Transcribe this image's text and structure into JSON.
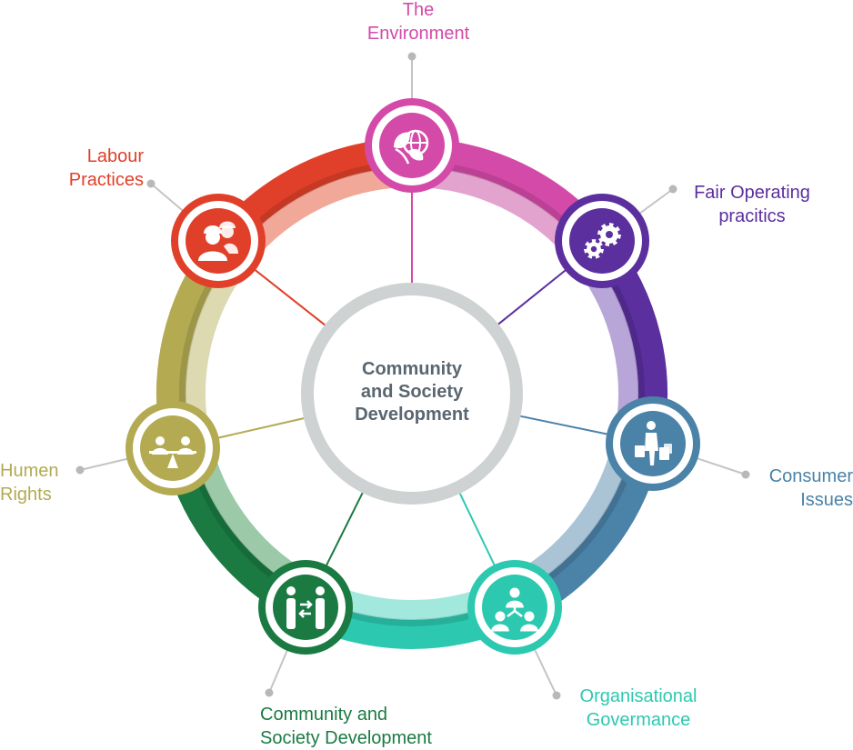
{
  "center": {
    "line1": "Community",
    "line2": "and Society",
    "line3": "Development"
  },
  "topics": [
    {
      "id": "environment",
      "line1": "The",
      "line2": "Environment",
      "color": "#d44aa8",
      "light": "#e3a3cf",
      "icon": "leaf-globe-icon"
    },
    {
      "id": "fair-operating",
      "line1": "Fair Operating",
      "line2": "pracitics",
      "color": "#5b2f9e",
      "light": "#b9a6d8",
      "icon": "gears-icon"
    },
    {
      "id": "consumer",
      "line1": "Consumer",
      "line2": "Issues",
      "color": "#4a82a8",
      "light": "#aac4d6",
      "icon": "shopper-icon"
    },
    {
      "id": "governance",
      "line1": "Organisational",
      "line2": "Govermance",
      "color": "#2cc9b0",
      "light": "#a3e8dc",
      "icon": "org-chart-icon"
    },
    {
      "id": "community",
      "line1": "Community and",
      "line2": "Society Development",
      "color": "#1a7a42",
      "light": "#9ccaa8",
      "icon": "exchange-people-icon"
    },
    {
      "id": "human-rights",
      "line1": "Humen",
      "line2": "Rights",
      "color": "#b3aa52",
      "light": "#ddd9b0",
      "icon": "balance-people-icon"
    },
    {
      "id": "labour",
      "line1": "Labour",
      "line2": "Practices",
      "color": "#e0402a",
      "light": "#f2a898",
      "icon": "workers-icon"
    }
  ]
}
